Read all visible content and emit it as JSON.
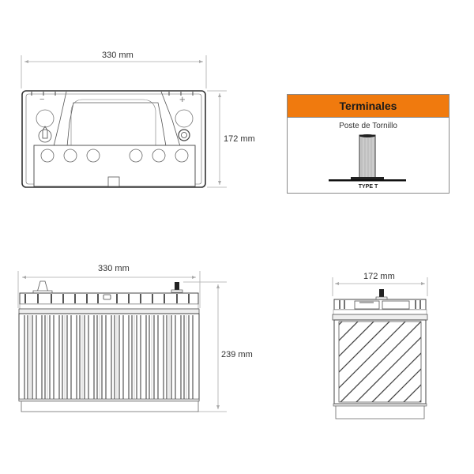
{
  "top_view": {
    "width_label": "330 mm",
    "depth_label": "172 mm",
    "negative_symbol": "−",
    "positive_symbol": "+"
  },
  "terminals_panel": {
    "title": "Terminales",
    "subtitle": "Poste de Tornillo",
    "type_label": "TYPE T",
    "header_color": "#f07a0e"
  },
  "front_view": {
    "width_label": "330  mm",
    "height_label": "239 mm"
  },
  "side_view": {
    "width_label": "172 mm"
  }
}
